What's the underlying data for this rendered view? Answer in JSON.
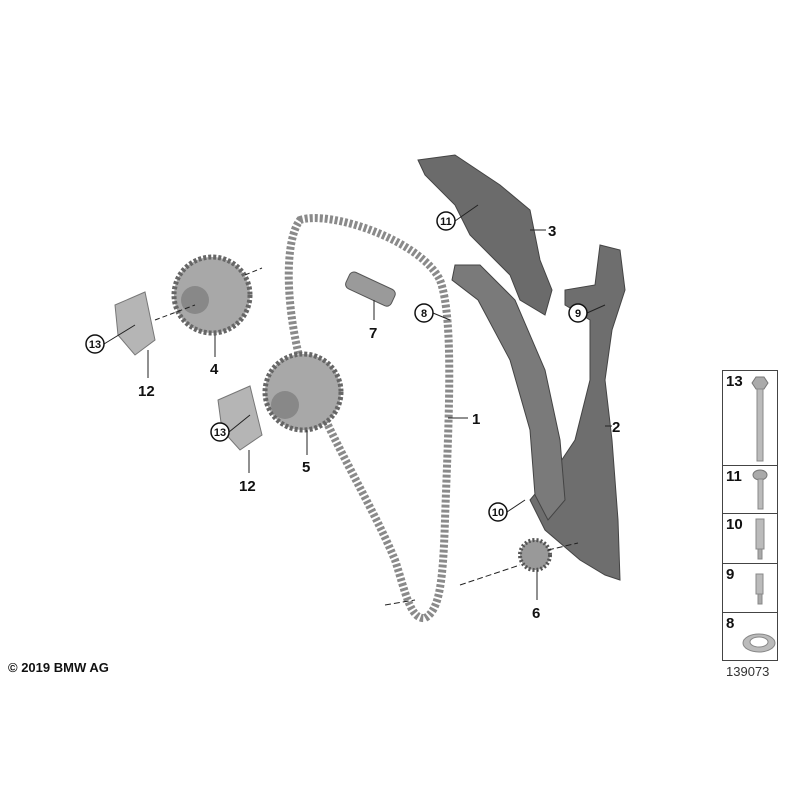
{
  "diagram": {
    "callouts": [
      {
        "id": "chain",
        "text": "1",
        "circled": false
      },
      {
        "id": "guide-rail-tensioner",
        "text": "2",
        "circled": false
      },
      {
        "id": "guide-rail-upper",
        "text": "3",
        "circled": false
      },
      {
        "id": "vanos-intake",
        "text": "4",
        "circled": false
      },
      {
        "id": "vanos-exhaust",
        "text": "5",
        "circled": false
      },
      {
        "id": "crank-sprocket",
        "text": "6",
        "circled": false
      },
      {
        "id": "chain-tensioner",
        "text": "7",
        "circled": false
      },
      {
        "id": "seal-ring",
        "text": "8",
        "circled": true
      },
      {
        "id": "pin-9",
        "text": "9",
        "circled": true
      },
      {
        "id": "pin-10",
        "text": "10",
        "circled": true
      },
      {
        "id": "bolt-11",
        "text": "11",
        "circled": true
      },
      {
        "id": "trigger-wheel-a",
        "text": "12",
        "circled": false
      },
      {
        "id": "trigger-wheel-b",
        "text": "12",
        "circled": false
      },
      {
        "id": "bolt-13-a",
        "text": "13",
        "circled": true
      },
      {
        "id": "bolt-13-b",
        "text": "13",
        "circled": true
      }
    ],
    "copyright": "© 2019 BMW AG",
    "reference_number": "139073"
  },
  "legend": {
    "items": [
      {
        "number": "13",
        "part": "long-bolt-icon"
      },
      {
        "number": "11",
        "part": "flange-bolt-icon"
      },
      {
        "number": "10",
        "part": "sleeve-pin-icon"
      },
      {
        "number": "9",
        "part": "short-pin-icon"
      },
      {
        "number": "8",
        "part": "washer-icon"
      }
    ]
  }
}
